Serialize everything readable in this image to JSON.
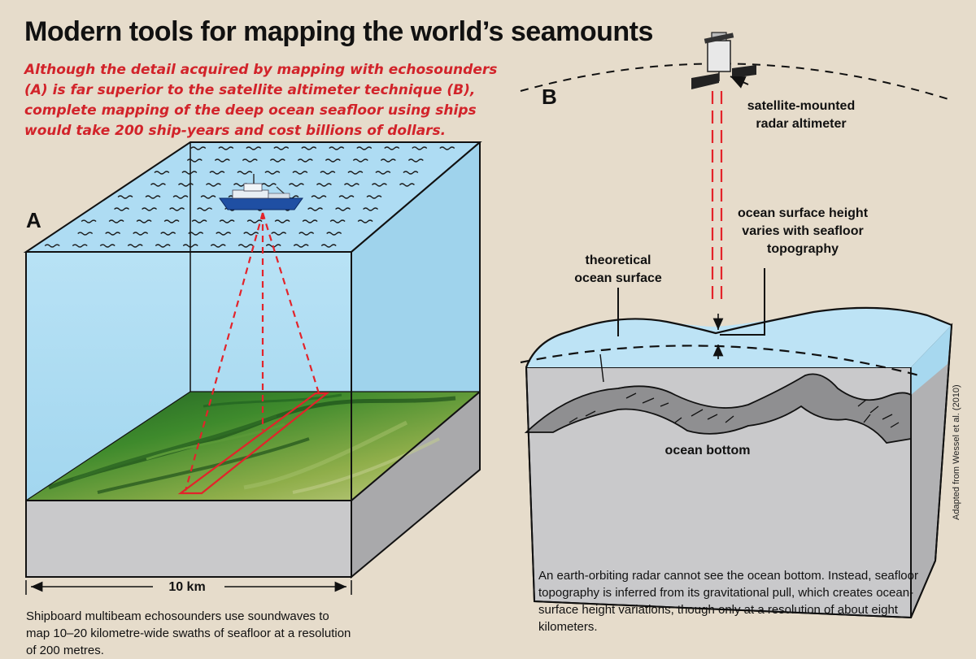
{
  "title": "Modern tools for mapping the world’s seamounts",
  "subtitle": "Although the detail acquired by mapping with echosounders (A) is far superior to the satellite altimeter technique (B), complete mapping of the deep ocean seafloor using ships would take 200 ship-years and cost billions of dollars.",
  "panel_a": {
    "label": "A",
    "scale_label": "10 km",
    "caption": "Shipboard multibeam echosounders use soundwaves to map 10–20 kilometre-wide swaths of seafloor at a resolution of 200 metres."
  },
  "panel_b": {
    "label": "B",
    "satellite_label": "satellite-mounted radar altimeter",
    "surface_height_label": "ocean surface height varies with seafloor topography",
    "theoretical_label": "theoretical ocean surface",
    "bottom_label": "ocean bottom",
    "caption": "An earth-orbiting radar cannot see the ocean bottom. Instead, seafloor topography is inferred from its gravitational pull, which creates ocean-surface height variations, though only at a resolution of about eight kilometers."
  },
  "credit": "Adapted from Wessel et al. (2010)",
  "colors": {
    "background": "#e6dccb",
    "water": "#a9daf2",
    "heading_red": "#d2232a",
    "beam_red": "#e3232a",
    "seafloor_green": "#2f7a2a",
    "rock_gray": "#9a9a9a"
  }
}
